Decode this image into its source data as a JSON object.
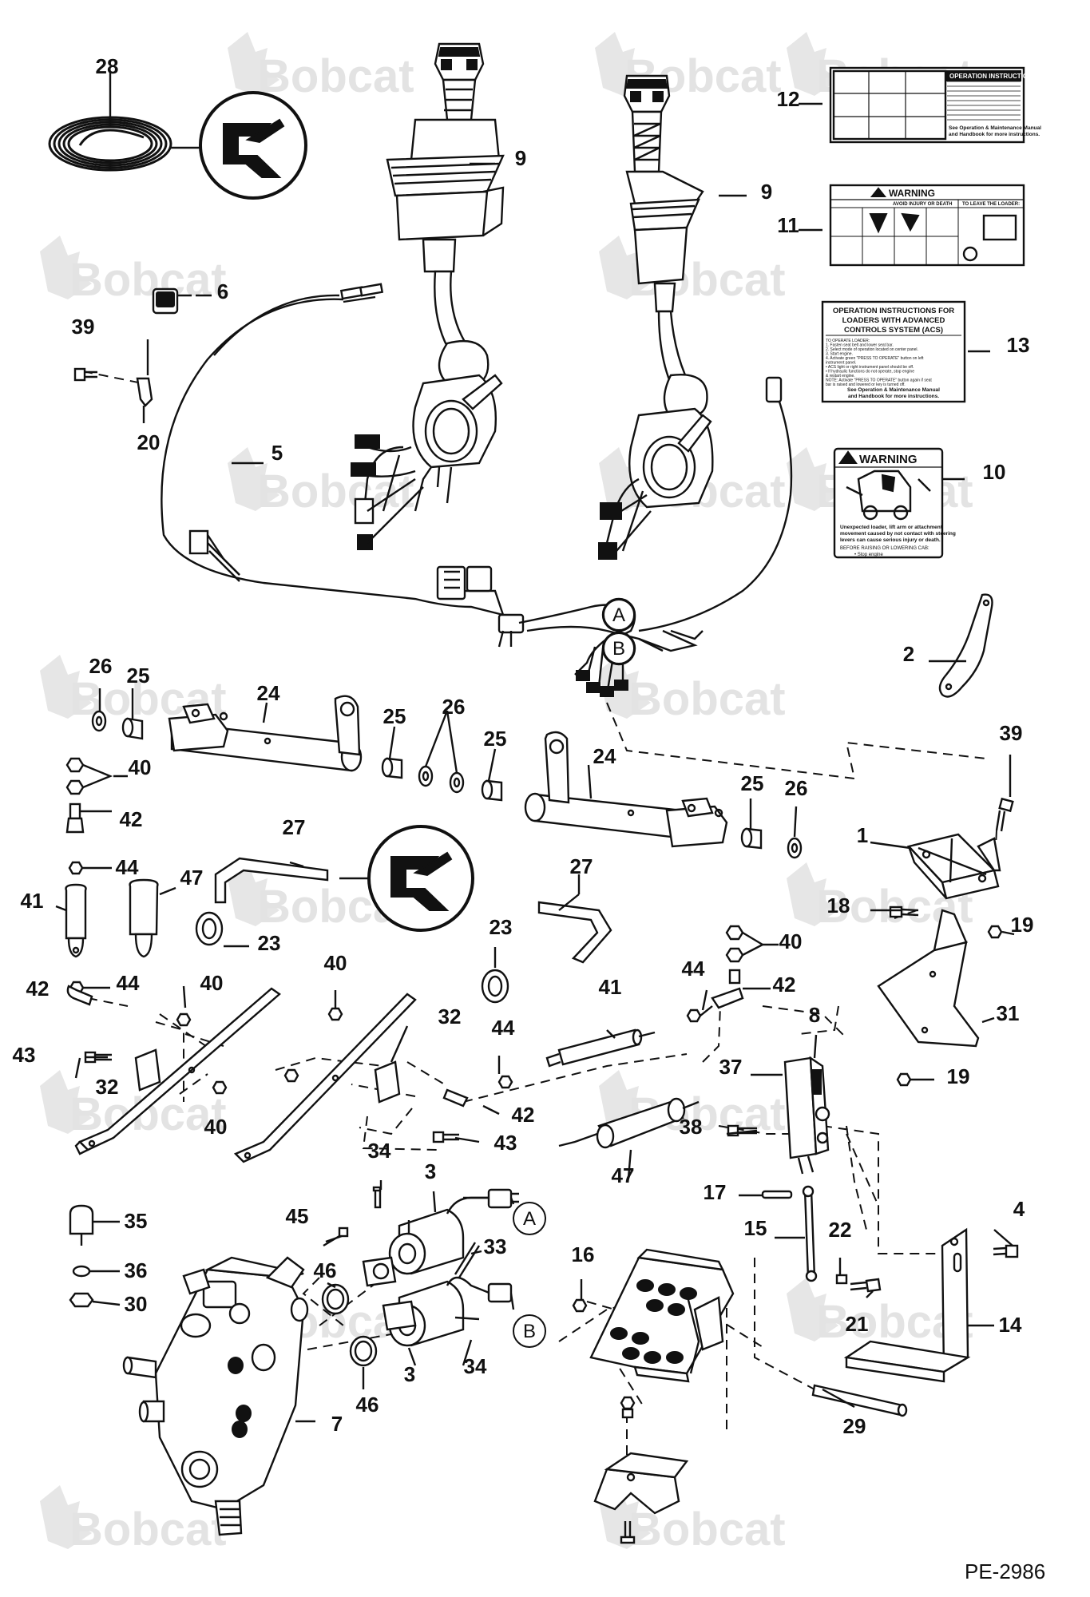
{
  "diagram_id": "PE-2986",
  "watermark": "Bobcat",
  "callouts": [
    "1",
    "2",
    "3",
    "4",
    "5",
    "6",
    "7",
    "8",
    "9",
    "10",
    "11",
    "12",
    "13",
    "14",
    "15",
    "16",
    "17",
    "18",
    "19",
    "20",
    "21",
    "22",
    "23",
    "24",
    "25",
    "26",
    "27",
    "28",
    "29",
    "30",
    "31",
    "32",
    "33",
    "34",
    "35",
    "36",
    "37",
    "38",
    "39",
    "40",
    "41",
    "42",
    "43",
    "44",
    "45",
    "46",
    "47"
  ],
  "connectors": [
    "A",
    "B"
  ],
  "decals": {
    "d12": {
      "title": "OPERATION INSTRUCTIONS",
      "footer1": "See Operation & Maintenance Manual",
      "footer2": "and Handbook for more instructions."
    },
    "d11": {
      "title": "WARNING",
      "sub": "AVOID INJURY OR DEATH",
      "right": "TO LEAVE THE LOADER:"
    },
    "d13": {
      "title1": "OPERATION INSTRUCTIONS FOR",
      "title2": "LOADERS WITH ADVANCED",
      "title3": "CONTROLS SYSTEM (ACS)",
      "lines": [
        "TO OPERATE LOADER:",
        "1. Fasten seat belt and lower seat bar.",
        "2. Select mode of operation located on center panel.",
        "3. Start engine.",
        "4. Activate green \"PRESS TO OPERATE\" button on left",
        "   instrument panel.",
        "• ACS light or right instrument panel should be off.",
        "• If hydraulic functions do not operate, stop engine",
        "  & restart engine.",
        "NOTE: Activate \"PRESS TO OPERATE\" button again if seat",
        "  bar is raised and lowered or key is turned off."
      ],
      "footer1": "See Operation & Maintenance Manual",
      "footer2": "and Handbook for more instructions."
    },
    "d10": {
      "title": "WARNING",
      "lines": [
        "Unexpected loader, lift arm or attachment",
        "movement caused by not contact with steering",
        "levers can cause serious injury or death."
      ],
      "bottom1": "BEFORE RAISING OR LOWERING CAB:",
      "bottom2": "• Stop engine"
    }
  },
  "colors": {
    "line": "#111111",
    "watermark": "#e3e3e3"
  }
}
